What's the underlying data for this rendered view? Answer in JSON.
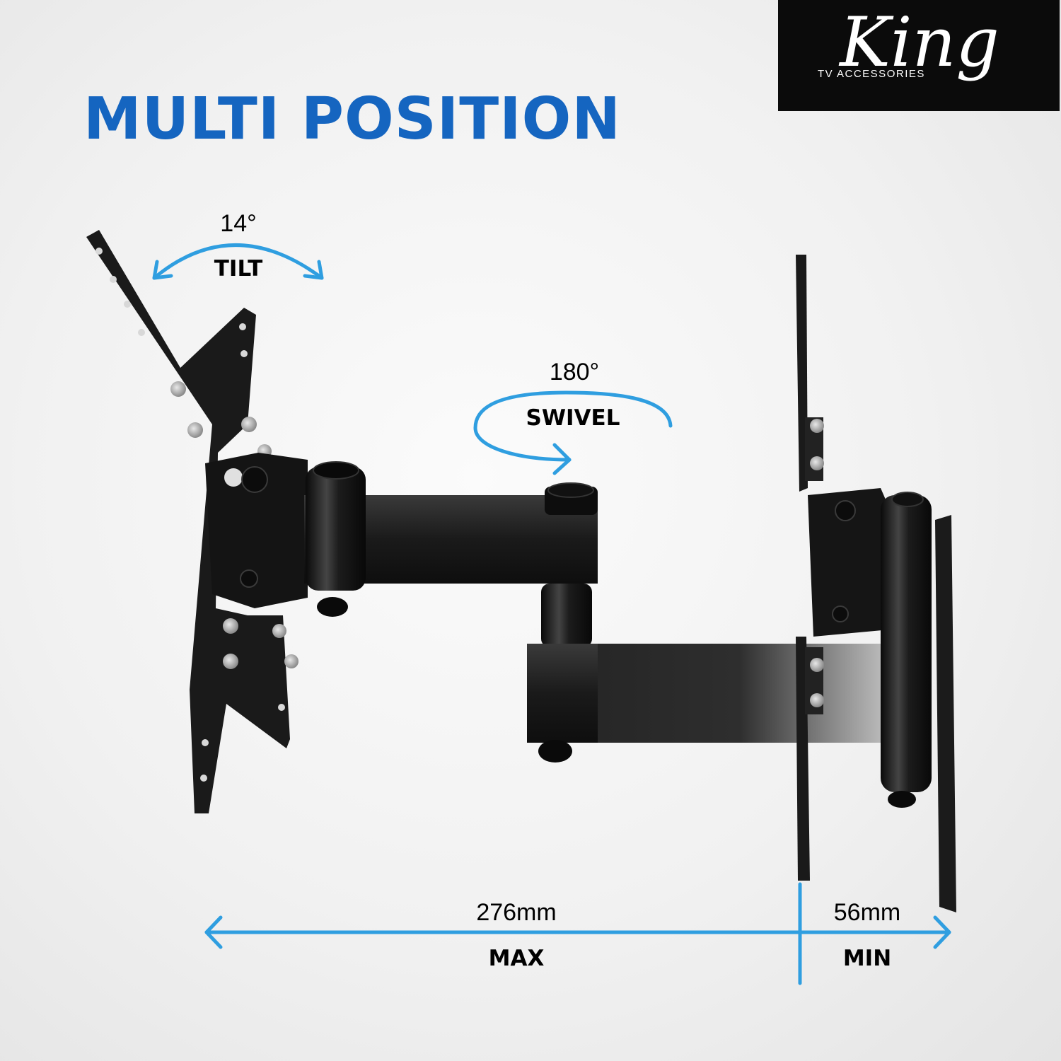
{
  "headline": "MULTI POSITION",
  "brand": {
    "word": "King",
    "subtitle": "TV ACCESSORIES"
  },
  "tilt": {
    "angle": "14°",
    "label": "TILT"
  },
  "swivel": {
    "angle": "180°",
    "label": "SWIVEL"
  },
  "extension": {
    "max_value": "276mm",
    "max_label": "MAX",
    "min_value": "56mm",
    "min_label": "MIN"
  },
  "colors": {
    "accent_blue": "#1565c0",
    "arrow_blue": "#2f9ee0",
    "bracket_black": "#1b1b1b",
    "brand_background": "#0b0b0b"
  }
}
